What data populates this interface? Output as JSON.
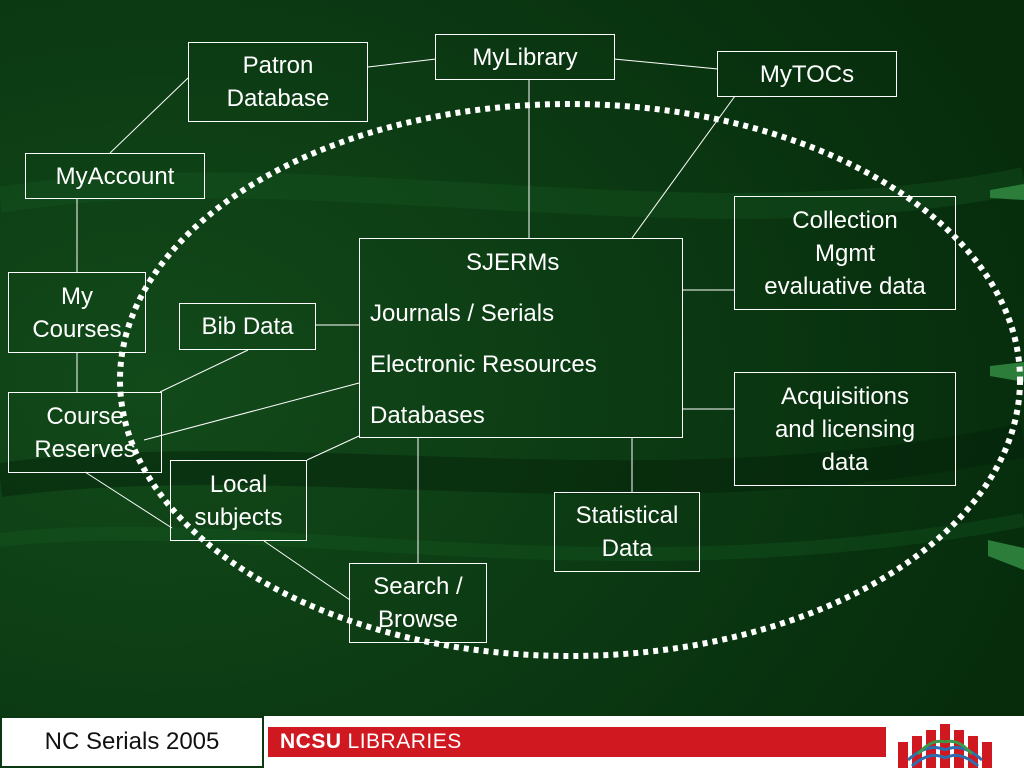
{
  "nodes": {
    "patron_database": [
      "Patron",
      "Database"
    ],
    "mylibrary": [
      "MyLibrary"
    ],
    "mytocs": [
      "MyTOCs"
    ],
    "myaccount": [
      "MyAccount"
    ],
    "my_courses": [
      "My",
      "Courses"
    ],
    "bib_data": [
      "Bib Data"
    ],
    "course_reserves": [
      "Course",
      "Reserves"
    ],
    "local_subjects": [
      "Local",
      "subjects"
    ],
    "collection_mgmt": [
      "Collection",
      "Mgmt",
      "evaluative data"
    ],
    "acquisitions": [
      "Acquisitions",
      "and licensing",
      "data"
    ],
    "statistical_data": [
      "Statistical",
      "Data"
    ],
    "search_browse": [
      "Search /",
      "Browse"
    ]
  },
  "hub": {
    "title": "SJERMs",
    "lines": [
      "Journals / Serials",
      "Electronic Resources",
      "Databases"
    ]
  },
  "footer": {
    "label": "NC Serials 2005",
    "brand_bold": "NCSU",
    "brand_rest": "LIBRARIES"
  },
  "colors": {
    "background": "#0b3a12",
    "lines": "#ffffff",
    "ellipse": "#ffffff",
    "brand_red": "#d01820"
  }
}
